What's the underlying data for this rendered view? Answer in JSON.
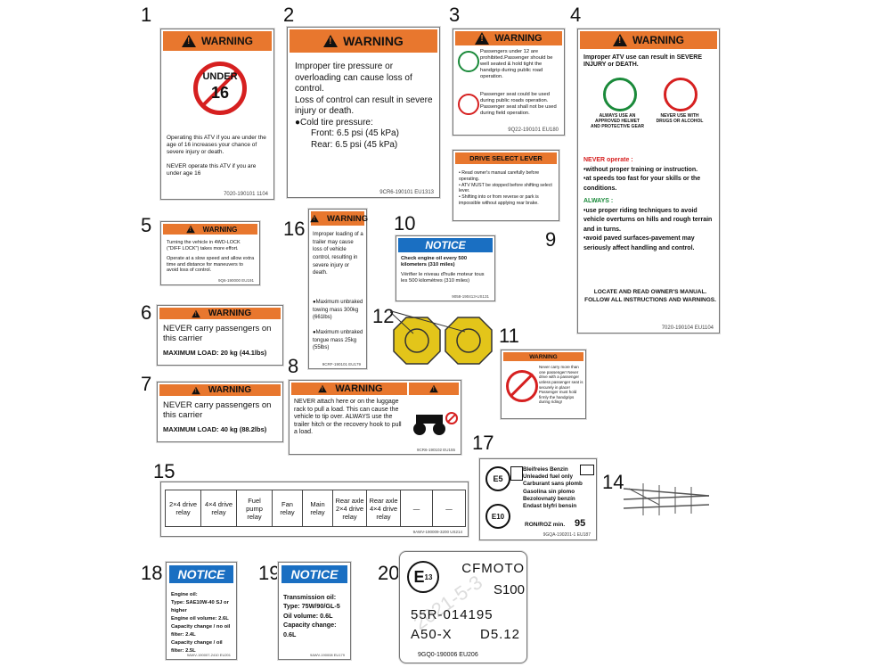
{
  "numbers": [
    "1",
    "2",
    "3",
    "4",
    "5",
    "6",
    "7",
    "8",
    "9",
    "10",
    "11",
    "12",
    "14",
    "15",
    "16",
    "17",
    "18",
    "19",
    "20"
  ],
  "warning_word": "WARNING",
  "notice_word": "NOTICE",
  "l1": {
    "under": "UNDER",
    "age": "16",
    "body": "Operating this ATV if you are under the age of 16 increases your chance of severe injury or death.",
    "never": "NEVER operate this ATV if you are under age 16",
    "code": "7020-190101 1104"
  },
  "l2": {
    "line1": "Improper tire pressure or overloading can cause loss of control.",
    "line2": "Loss of control can result in severe injury or death.",
    "line3": "●Cold tire pressure:",
    "front": "Front: 6.5 psi (45 kPa)",
    "rear": "Rear: 6.5 psi (45 kPa)",
    "code": "9CR6-190101 EU1313"
  },
  "l3": {
    "p1": "Passengers under 12 are prohibited.Passenger should be well seated & hold tight the handgrip during public road operation.",
    "p2": "Passenger seat could be used during public roads operation. Passenger seat shall not be used during field operation.",
    "code": "9Q22-190101 EU180"
  },
  "l4": {
    "title": "Improper ATV use can result in SEVERE INJURY or DEATH.",
    "icon1": "ALWAYS USE AN APPROVED HELMET AND PROTECTIVE GEAR",
    "icon2": "NEVER USE WITH DRUGS OR ALCOHOL",
    "never_head": "NEVER operate :",
    "never1": "•without proper training or instruction.",
    "never2": "•at speeds too fast for your skills or the conditions.",
    "always_head": "ALWAYS :",
    "always1": "•use proper riding techniques to avoid vehicle overturns on hills and rough terrain and in turns.",
    "always2": "•avoid paved surfaces-pavement may seriously affect handling and control.",
    "footer": "LOCATE AND READ OWNER'S MANUAL. FOLLOW ALL INSTRUCTIONS AND WARNINGS.",
    "code": "7020-190104 EU1104"
  },
  "l5": {
    "p1": "Turning the vehicle in 4WD-LOCK (\"DIFF LOCK\") takes more effort.",
    "p2": "Operate at a slow speed and allow extra time and distance for maneuvers to avoid loss of control.",
    "code": "9Q6-190000 EU191"
  },
  "l6": {
    "text": "NEVER carry passengers on this carrier",
    "load": "MAXIMUM LOAD: 20 kg (44.1lbs)"
  },
  "l7": {
    "text": "NEVER carry passengers on this carrier",
    "load": "MAXIMUM LOAD: 40 kg (88.2lbs)"
  },
  "l8": {
    "text": "NEVER attach here or on the luggage rack to pull a load. This can cause the vehicle to tip over. ALWAYS use the trailer hitch or the recovery hook to pull a load.",
    "code": "9CR6-190102 EU155"
  },
  "l9": {
    "title": "DRIVE SELECT LEVER",
    "i1": "• Read owner's manual carefully before operating.",
    "i2": "• ATV MUST be stopped before shifting select lever.",
    "i3": "• Shifting into or from reverse or park is impossible without applying rear brake."
  },
  "l10": {
    "b1": "Check engine oil every 500 kilometers (310 miles)",
    "b2": "Vérifier le niveau d'huile moteur tous les 500 kilomètres (310 miles)",
    "code": "9058-190413-US131"
  },
  "l11": {
    "text": "Never carry more than one passenger! Never drive with a passenger unless passenger seat is securely in place! Passenger must hold firmly the handgrips during riding!"
  },
  "l15": {
    "cells": [
      "2×4 drive relay",
      "4×4 drive relay",
      "Fuel pump relay",
      "Fan relay",
      "Main relay",
      "Rear axle 2×4 drive relay",
      "Rear axle 4×4 drive relay",
      "—",
      "—"
    ],
    "code": "9AWV-190009-3200 US214"
  },
  "l16": {
    "p1": "Improper loading of a trailer may cause loss of vehicle control, resulting in severe injury or death.",
    "p2": "●Maximum unbraked towing mass 300kg (661lbs)",
    "p3": "●Maximum unbraked tongue mass 25kg (55lbs)",
    "code": "9CRF-190101 EU179"
  },
  "l17": {
    "e5": "E5",
    "e10": "E10",
    "lines": [
      "Bleifreies Benzin",
      "Unleaded fuel only",
      "Carburant sans plomb",
      "Gasolina sin plomo",
      "Bezolovnatý benzín",
      "Endast blyfri bensin"
    ],
    "ron": "RON/ROZ min.",
    "ron_val": "95",
    "code": "9GQA-190201-1 EU187"
  },
  "l18": {
    "lines": [
      "Engine oil:",
      "Type: SAE10W-40 SJ or higher",
      "Engine oil volume: 2.6L",
      "Capacity change / no oil filter: 2.4L",
      "Capacity change / oil filter: 2.5L"
    ],
    "code": "9AWV-190007-2410 EU201"
  },
  "l19": {
    "lines": [
      "Transmission oil:",
      "Type: 75W/90/GL-5",
      "Oil volume: 0.6L",
      "Capacity change: 0.6L"
    ],
    "code": "9AWV-190008 EU179"
  },
  "l20": {
    "e": "E",
    "e_sub": "13",
    "brand": "CFMOTO",
    "model": "S100",
    "approval": "55R-014195",
    "left": "A50-X",
    "right": "D5.12",
    "code": "9GQ0-190006 EU206",
    "watermark": "2021-5-3"
  },
  "colors": {
    "orange": "#e8772e",
    "blue": "#1a6fc2",
    "yellow": "#e3c51a",
    "red": "#d62020"
  }
}
